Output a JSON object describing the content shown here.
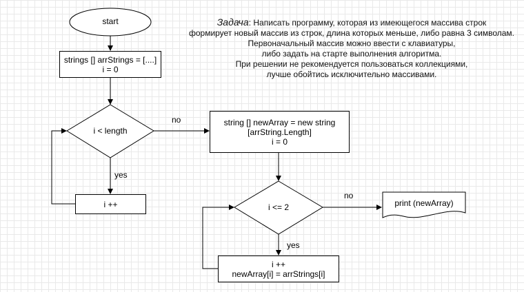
{
  "flowchart": {
    "start": "start",
    "init": "strings [] arrStrings = [....]\ni = 0",
    "cond1": "i < length",
    "inc1": "i ++",
    "yes1": "yes",
    "no1": "no",
    "new_array": "string [] newArray = new string\n[arrString.Length]\ni = 0",
    "cond2": "i <= 2",
    "yes2": "yes",
    "no2": "no",
    "print": "print (newArray)",
    "loop2": "i ++\nnewArray[i] = arrStrings[i]"
  },
  "task": {
    "heading": "Задача",
    "line1": ": Написать программу, которая из имеющегося массива строк",
    "line2": "формирует новый массив из строк, длина которых меньше, либо равна 3 символам.",
    "line3": "Первоначальный массив можно ввести с клавиатуры,",
    "line4": "либо задать на старте выполнения алгоритма.",
    "line5": "При решении не рекомендуется пользоваться коллекциями,",
    "line6": "лучше обойтись исключительно массивами."
  }
}
